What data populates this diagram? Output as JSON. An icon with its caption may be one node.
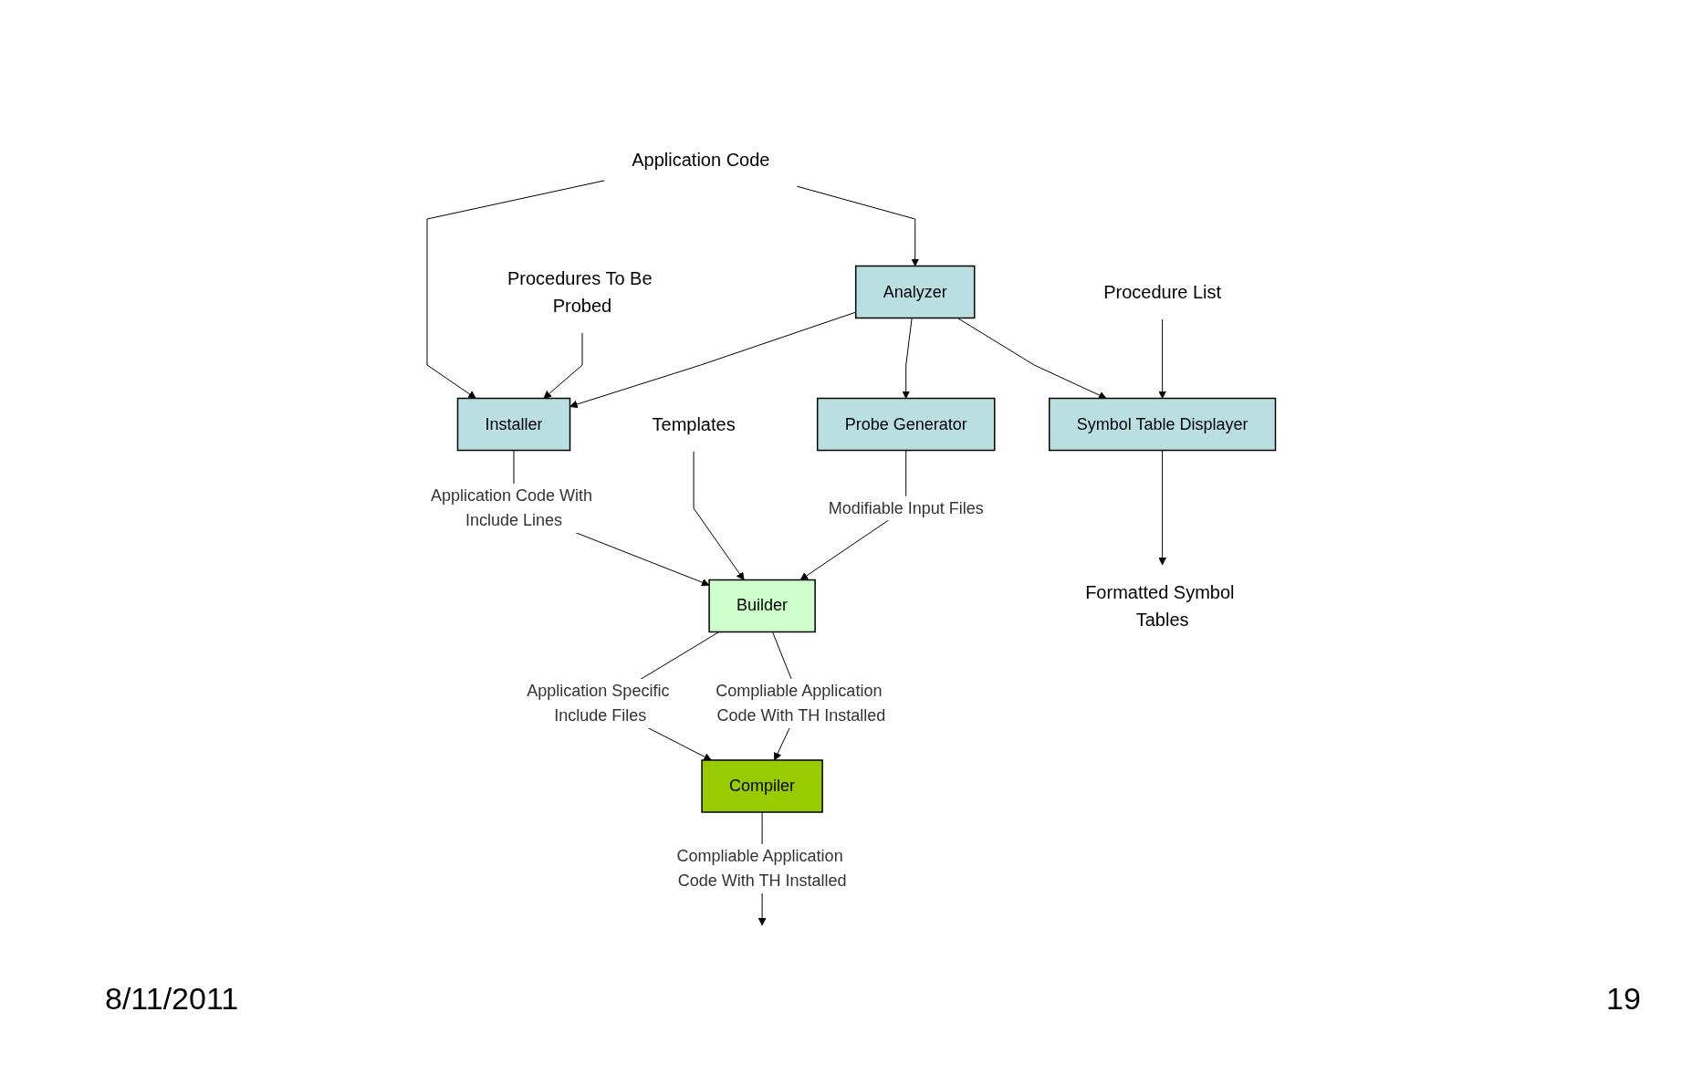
{
  "diagram": {
    "nodes": [
      {
        "text": [
          "Application Code"
        ]
      },
      {
        "text": [
          "Analyzer"
        ]
      },
      {
        "text": [
          "Procedures To Be Probed"
        ]
      },
      {
        "text": [
          "Procedure List"
        ]
      },
      {
        "text": [
          "Installer"
        ]
      },
      {
        "text": [
          "Probe Generator"
        ]
      },
      {
        "text": [
          "Symbol Table Displayer"
        ]
      },
      {
        "text": [
          "Templates"
        ]
      },
      {
        "text": [
          "Builder"
        ]
      },
      {
        "text": [
          "Formatted Symbol Tables"
        ]
      },
      {
        "text": [
          "Compiler"
        ]
      }
    ],
    "edges": [
      {
        "from": 0,
        "to": 1,
        "arrow": "to"
      },
      {
        "from": 0,
        "to": 4,
        "arrow": "to"
      },
      {
        "from": 2,
        "to": 4,
        "arrow": "to"
      },
      {
        "from": 1,
        "to": 4,
        "arrow": "to"
      },
      {
        "from": 1,
        "to": 5,
        "arrow": "to"
      },
      {
        "from": 1,
        "to": 6,
        "arrow": "to"
      },
      {
        "from": 3,
        "to": 6,
        "arrow": "to"
      },
      {
        "from": 4,
        "to": 8,
        "arrow": "to",
        "label": "Application Code With Include Lines"
      },
      {
        "from": 7,
        "to": 8,
        "arrow": "to"
      },
      {
        "from": 5,
        "to": 8,
        "arrow": "to",
        "label": "Modifiable Input Files"
      },
      {
        "from": 6,
        "to": 9,
        "arrow": "to"
      },
      {
        "from": 8,
        "to": 10,
        "arrow": "to",
        "label": "Application Specific Include Files"
      },
      {
        "from": 8,
        "to": 10,
        "arrow": "to",
        "label": "Compliable Application Code With TH Installed"
      },
      {
        "from": 10,
        "to": null,
        "arrow": "to",
        "label": "Compliable Application Code With TH Installed"
      }
    ],
    "labels": [
      "8/11/2011",
      "19"
    ]
  }
}
